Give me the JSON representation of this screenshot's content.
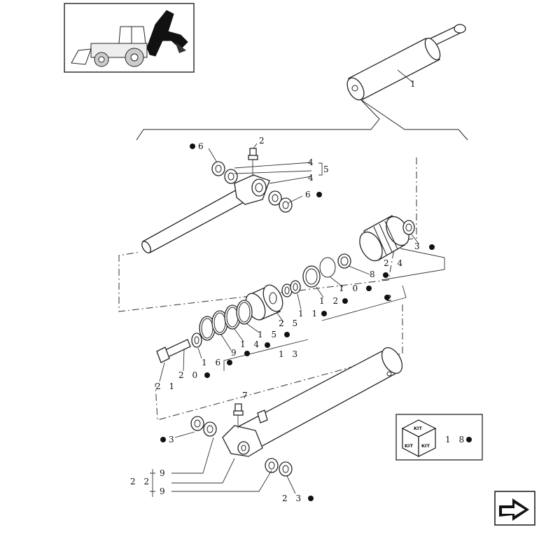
{
  "callouts": {
    "c1": "1",
    "c2_top": "2",
    "c4a": "4",
    "c4b": "4",
    "c5": "5",
    "c6a": "6",
    "c6b": "6",
    "c3_top": "3",
    "c24": "2 4",
    "c8": "8",
    "c10": "1 0",
    "c12": "1 2",
    "c2_mid": "2",
    "c11": "1 1",
    "c25": "2 5",
    "c15": "1 5",
    "c14": "1 4",
    "c9": "9",
    "c13": "1 3",
    "c16": "1 6",
    "c20": "2 0",
    "c21": "2 1",
    "c7": "7",
    "c3_bot": "3",
    "c22": "2 2",
    "c9a": "9",
    "c9b": "9",
    "c23": "2 3",
    "kit_ref": "1 8"
  },
  "kit_box": {
    "top_label": "KIT",
    "left_label": "KIT",
    "right_label": "KIT"
  },
  "icons": {
    "machine": "backhoe-loader-icon",
    "kit": "kit-cube-icon",
    "nav": "next-page-arrow-icon"
  }
}
